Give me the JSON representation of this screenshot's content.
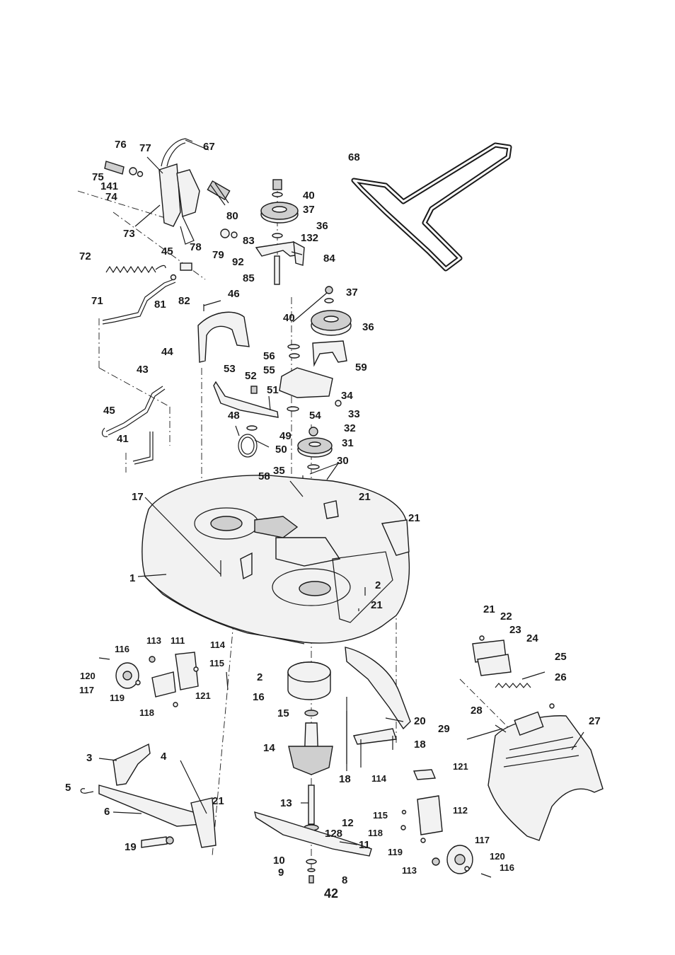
{
  "page_number": "42",
  "callouts": {
    "c76": "76",
    "c77": "77",
    "c67": "67",
    "c75": "75",
    "c141": "141",
    "c74": "74",
    "c73": "73",
    "c78": "78",
    "c79": "79",
    "c92": "92",
    "c80": "80",
    "c72": "72",
    "c45a": "45",
    "c81": "81",
    "c82": "82",
    "c71": "71",
    "c46": "46",
    "c44": "44",
    "c40a": "40",
    "c37a": "37",
    "c36a": "36",
    "c83": "83",
    "c132": "132",
    "c84": "84",
    "c85": "85",
    "c68": "68",
    "c37b": "37",
    "c40b": "40",
    "c36b": "36",
    "c56": "56",
    "c55": "55",
    "c59": "59",
    "c53": "53",
    "c52": "52",
    "c51": "51",
    "c34": "34",
    "c54": "54",
    "c48": "48",
    "c49": "49",
    "c50": "50",
    "c58": "58",
    "c33": "33",
    "c32": "32",
    "c31": "31",
    "c30": "30",
    "c35": "35",
    "c21a": "21",
    "c21b": "21",
    "c43": "43",
    "c45b": "45",
    "c41": "41",
    "c17": "17",
    "c1": "1",
    "c2a": "2",
    "c21c": "21",
    "c116a": "116",
    "c113a": "113",
    "c111": "111",
    "c114a": "114",
    "c115a": "115",
    "c120a": "120",
    "c117a": "117",
    "c119a": "119",
    "c121a": "121",
    "c118a": "118",
    "c2b": "2",
    "c16": "16",
    "c15": "15",
    "c14": "14",
    "c20": "20",
    "c18a": "18",
    "c18b": "18",
    "c114b": "114",
    "c121b": "121",
    "c21d": "21",
    "c22": "22",
    "c23": "23",
    "c24": "24",
    "c25": "25",
    "c26": "26",
    "c28": "28",
    "c29": "29",
    "c27": "27",
    "c3": "3",
    "c4": "4",
    "c5": "5",
    "c6": "6",
    "c21e": "21",
    "c19": "19",
    "c13": "13",
    "c12": "12",
    "c128": "128",
    "c11": "11",
    "c10": "10",
    "c9": "9",
    "c8": "8",
    "c115b": "115",
    "c112": "112",
    "c118b": "118",
    "c119b": "119",
    "c117b": "117",
    "c113b": "113",
    "c120b": "120",
    "c116b": "116"
  }
}
